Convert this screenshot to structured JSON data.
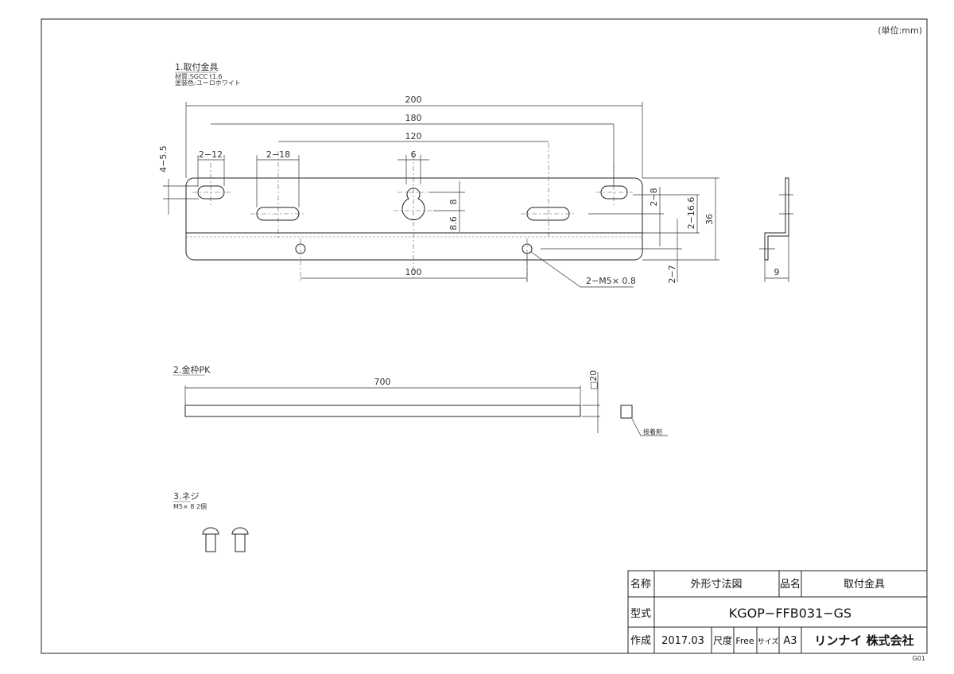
{
  "unit_note": "(単位:mm)",
  "part1": {
    "title": "1.取付金具",
    "material": "材質:SGCC  t1.6",
    "paint": "塗装色:ユーロホワイト",
    "dims": {
      "d200": "200",
      "d180": "180",
      "d120": "120",
      "d100": "100",
      "slot12": "2−12",
      "slot18": "2−18",
      "key6": "6",
      "hole55": "4−5.5",
      "k8": "8",
      "k86": "8.6",
      "d2_8": "2−8",
      "d2_166": "2−16.6",
      "d36": "36",
      "d2_7": "2−7",
      "tap": "2−M5× 0.8",
      "side9": "9"
    }
  },
  "part2": {
    "title": "2.金枠PK",
    "length": "700",
    "square": "□20",
    "adhesive": "接着剤"
  },
  "part3": {
    "title": "3.ネジ",
    "spec": "M5× 8  2個"
  },
  "title_block": {
    "name_label": "名称",
    "name_value": "外形寸法図",
    "product_label": "品名",
    "product_value": "取付金具",
    "model_label": "型式",
    "model_value": "KGOP−FFB031−GS",
    "made_label": "作成",
    "made_value": "2017.03",
    "scale_label": "尺度",
    "scale_value": "Free",
    "size_label": "サイズ",
    "size_value": "A3",
    "company": "リンナイ 株式会社",
    "sheet_code": "G01"
  }
}
